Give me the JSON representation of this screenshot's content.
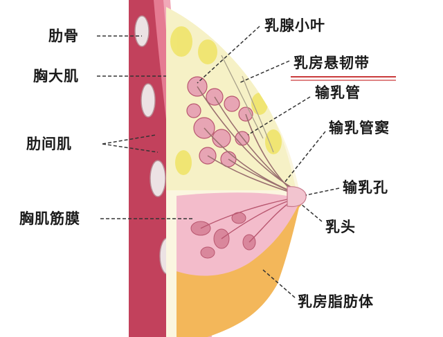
{
  "labels": {
    "rib": "肋骨",
    "pec_major": "胸大肌",
    "intercostal": "肋间肌",
    "pec_fascia": "胸肌筋膜",
    "lobule": "乳腺小叶",
    "suspensory_ligament": "乳房悬韧带",
    "duct": "输乳管",
    "duct_sinus": "输乳管窦",
    "duct_pore": "输乳孔",
    "nipple": "乳头",
    "fat_body": "乳房脂肪体"
  },
  "colors": {
    "muscle": "#c2415c",
    "muscle_light": "#e57b92",
    "rib": "#ece2e4",
    "gland": "#f6f1c6",
    "gland_yellow": "#f0e46a",
    "lobule": "#d9879c",
    "areola": "#f3bccb",
    "fat": "#f3b75a",
    "leader": "#333333",
    "underline": "#c9393a"
  }
}
